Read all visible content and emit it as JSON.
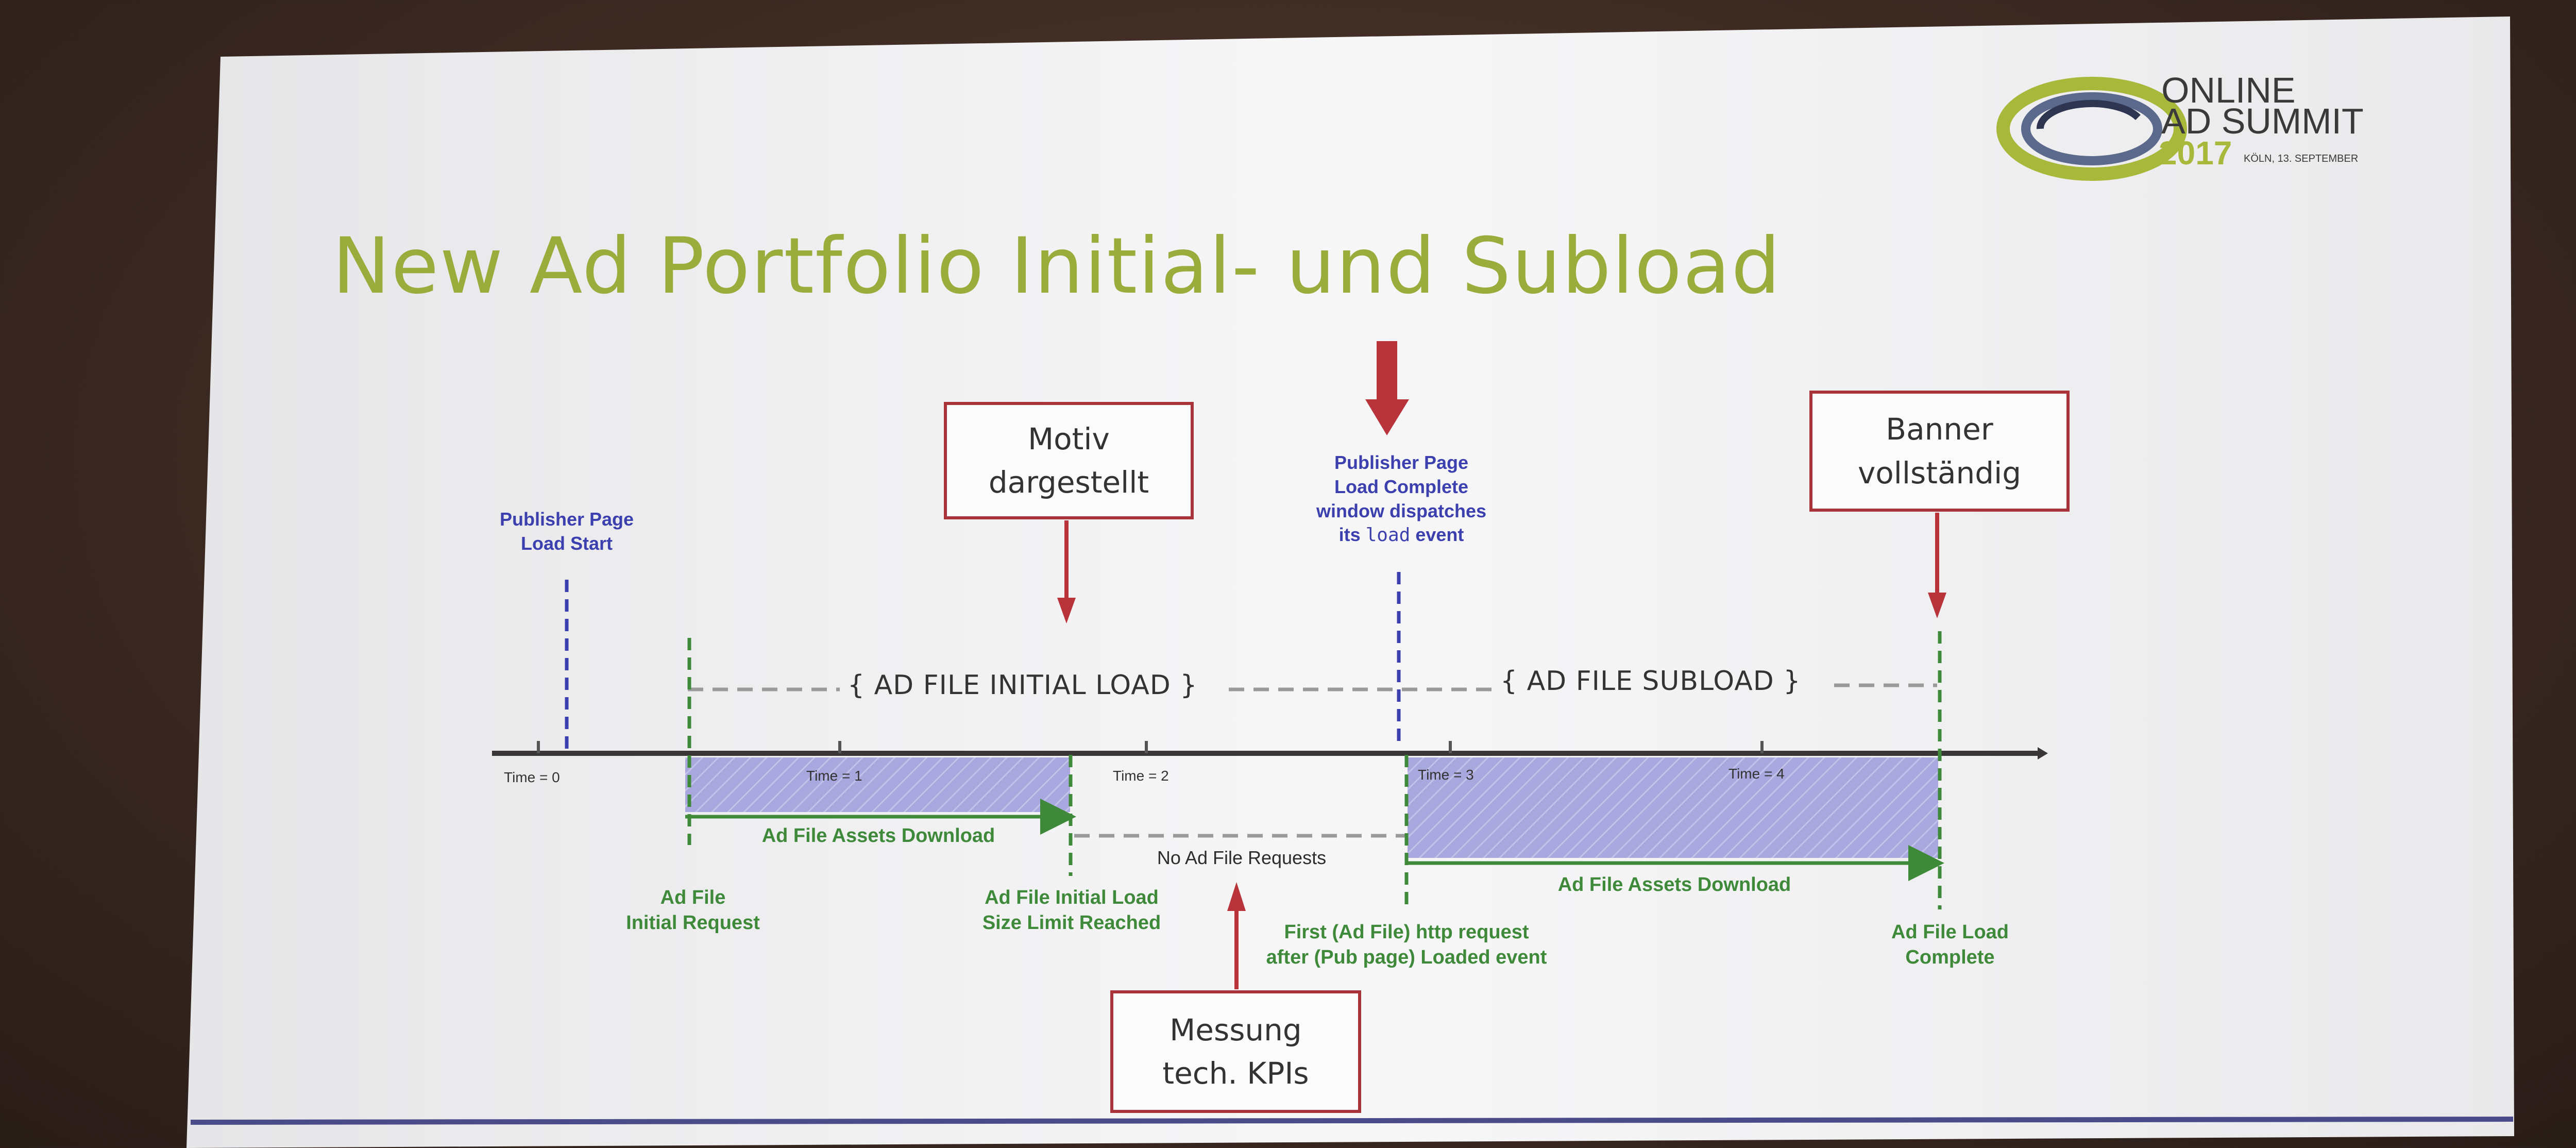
{
  "slide": {
    "title": "New Ad Portfolio Initial- und Subload"
  },
  "logo": {
    "line1": "ONLINE",
    "line2": "AD SUMMIT",
    "year": "2017",
    "place_date": "KÖLN, 13. SEPTEMBER"
  },
  "callouts": {
    "motiv": [
      "Motiv",
      "dargestellt"
    ],
    "banner": [
      "Banner",
      "vollständig"
    ],
    "messung": [
      "Messung",
      "tech. KPIs"
    ]
  },
  "events": {
    "pub_load_start": [
      "Publisher Page",
      "Load Start"
    ],
    "pub_load_complete": [
      "Publisher Page",
      "Load Complete",
      "window dispatches"
    ],
    "pub_load_event_prefix": "its ",
    "pub_load_event_code": "load",
    "pub_load_event_suffix": " event"
  },
  "phases": {
    "initial": "{ AD FILE INITIAL LOAD }",
    "subload": "{ AD FILE SUBLOAD }"
  },
  "ticks": [
    "Time = 0",
    "Time = 1",
    "Time = 2",
    "Time = 3",
    "Time = 4"
  ],
  "bars": {
    "download1": "Ad File Assets Download",
    "no_requests": "No Ad File Requests",
    "download2": "Ad File Assets Download"
  },
  "milestones": {
    "initial_request": [
      "Ad File",
      "Initial Request"
    ],
    "size_limit": [
      "Ad File Initial Load",
      "Size Limit Reached"
    ],
    "first_request": [
      "First (Ad File)  http request",
      "after (Pub page) Loaded event"
    ],
    "load_complete": [
      "Ad File Load",
      "Complete"
    ]
  },
  "colors": {
    "title": "#9aac3c",
    "callout_border": "#a8343a",
    "arrow": "#b8333a",
    "event_blue": "#3c3fae",
    "milestone_green": "#3f8a3a",
    "bar_fill": "#a7a6dd"
  }
}
